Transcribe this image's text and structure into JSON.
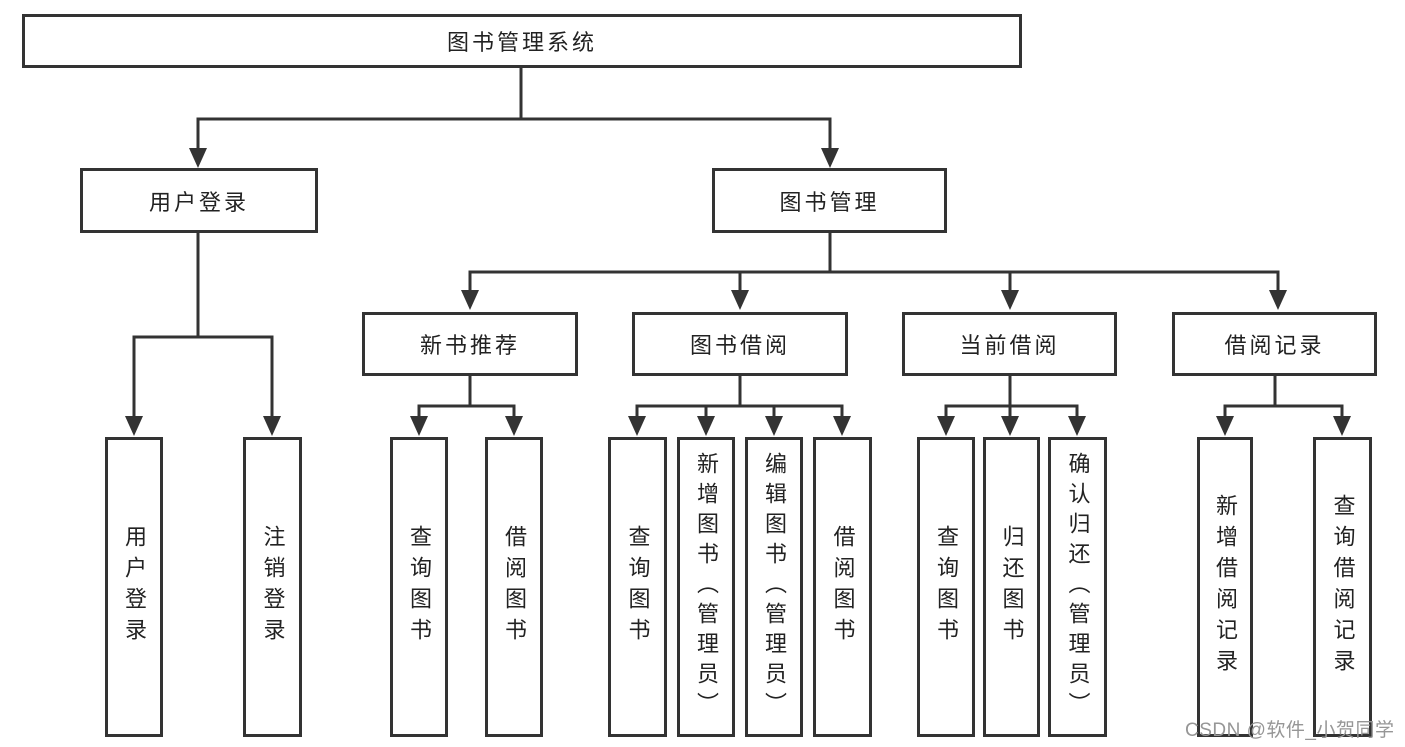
{
  "diagram": {
    "root_label": "图书管理系统",
    "branches": [
      {
        "label": "用户登录",
        "leaves": [
          "用户登录",
          "注销登录"
        ]
      },
      {
        "label": "图书管理",
        "sections": [
          {
            "label": "新书推荐",
            "leaves": [
              "查询图书",
              "借阅图书"
            ]
          },
          {
            "label": "图书借阅",
            "leaves": [
              "查询图书",
              "新增图书（管理员）",
              "编辑图书（管理员）",
              "借阅图书"
            ]
          },
          {
            "label": "当前借阅",
            "leaves": [
              "查询图书",
              "归还图书",
              "确认归还（管理员）"
            ]
          },
          {
            "label": "借阅记录",
            "leaves": [
              "新增借阅记录",
              "查询借阅记录"
            ]
          }
        ]
      }
    ]
  },
  "watermark": "CSDN @软件_小贺同学",
  "colors": {
    "line": "#333333",
    "box_border": "#333333",
    "text": "#222222",
    "watermark": "#969696",
    "background": "#ffffff"
  }
}
